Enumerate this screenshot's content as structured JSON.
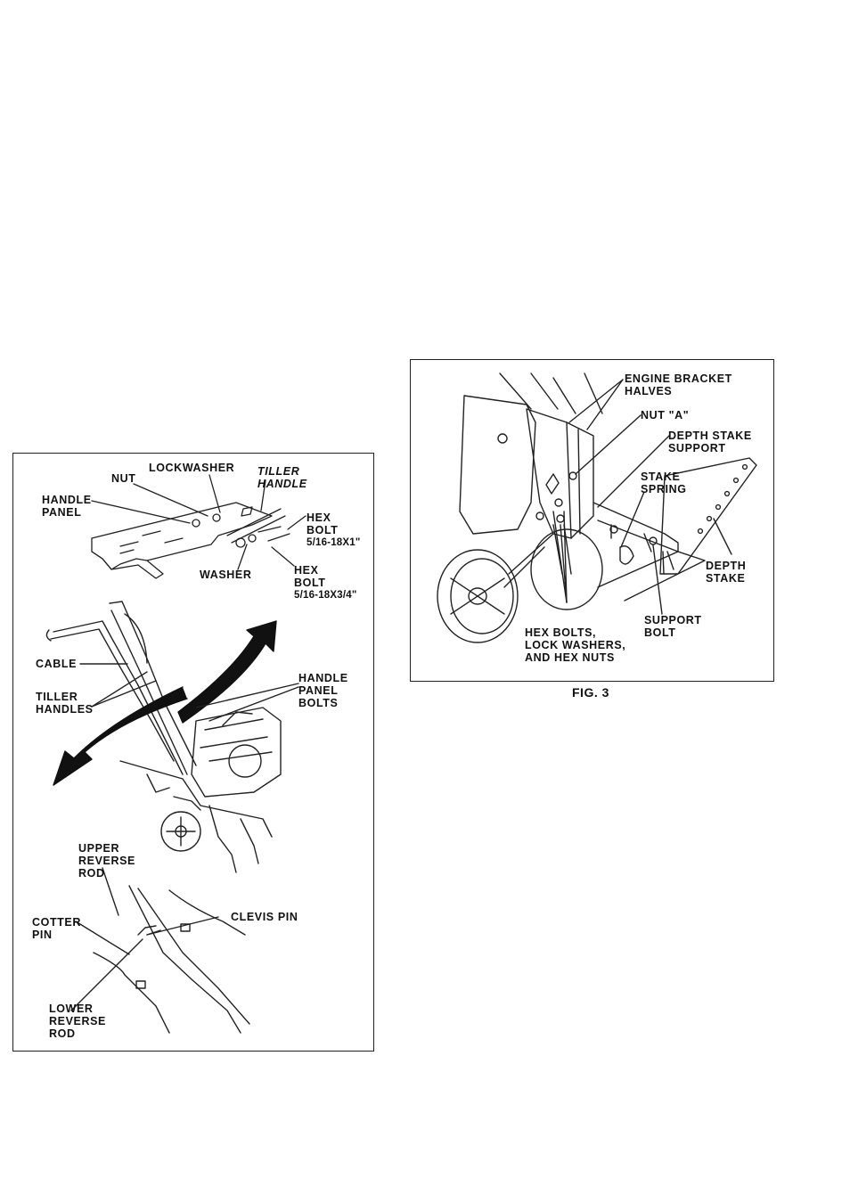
{
  "fig_left": {
    "labels": {
      "lockwasher": "LOCKWASHER",
      "nut": "NUT",
      "tiller_handle": "TILLER\nHANDLE",
      "handle_panel": "HANDLE\nPANEL",
      "hex_bolt_1": "HEX\nBOLT",
      "hex_bolt_1_size": "5/16-18X1\"",
      "washer": "WASHER",
      "hex_bolt_2": "HEX\nBOLT",
      "hex_bolt_2_size": "5/16-18X3/4\"",
      "cable": "CABLE",
      "tiller_handles": "TILLER\nHANDLES",
      "handle_panel_bolts": "HANDLE\nPANEL\nBOLTS",
      "upper_reverse_rod": "UPPER\nREVERSE\nROD",
      "cotter_pin": "COTTER\nPIN",
      "clevis_pin": "CLEVIS PIN",
      "lower_reverse_rod": "LOWER\nREVERSE\nROD"
    }
  },
  "fig_right": {
    "labels": {
      "engine_bracket_halves": "ENGINE BRACKET\nHALVES",
      "nut_a": "NUT \"A\"",
      "depth_stake_support": "DEPTH STAKE\nSUPPORT",
      "stake_spring": "STAKE\nSPRING",
      "depth_stake": "DEPTH\nSTAKE",
      "support_bolt": "SUPPORT\nBOLT",
      "hex_bolts": "HEX BOLTS,\nLOCK WASHERS,\nAND HEX NUTS"
    },
    "caption": "FIG. 3"
  }
}
